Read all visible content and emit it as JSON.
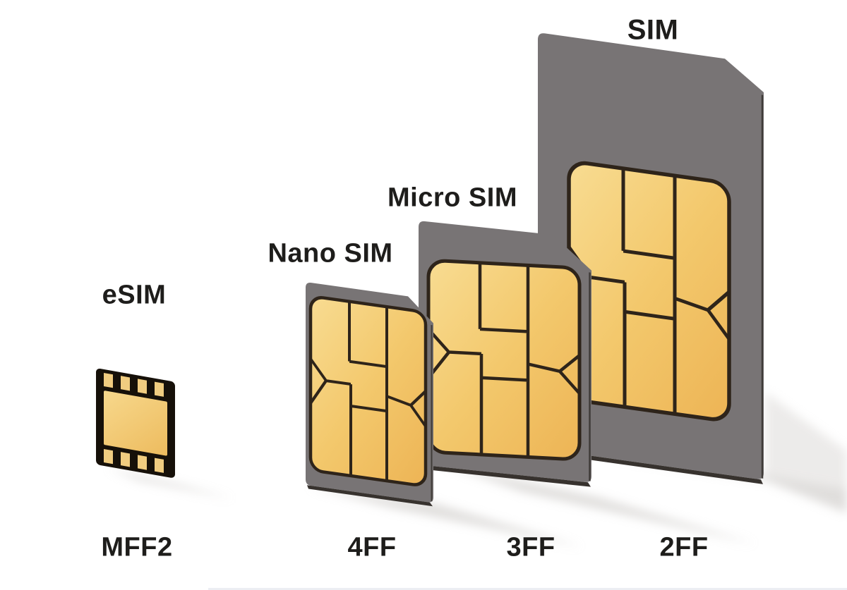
{
  "page": {
    "background_color": "#ffffff"
  },
  "cards": [
    {
      "label": "eSIM",
      "form_factor": "MFF2"
    },
    {
      "label": "Nano SIM",
      "form_factor": "4FF"
    },
    {
      "label": "Micro SIM",
      "form_factor": "3FF"
    },
    {
      "label": "SIM",
      "form_factor": "2FF"
    }
  ],
  "colors": {
    "card_gray": "#787475",
    "card_edge_dark": "#37322e",
    "card_edge_line": "#413d3a",
    "contact_gold": "#f3c76b",
    "contact_gold_light": "#f8dc92",
    "contact_gold_deep": "#edb455",
    "contact_outline": "#2e241a",
    "chip_black": "#161009",
    "pin_gold": "#f0cc80",
    "label_text": "#1e1d1b",
    "shadow_gray": "#c6c3c0"
  }
}
